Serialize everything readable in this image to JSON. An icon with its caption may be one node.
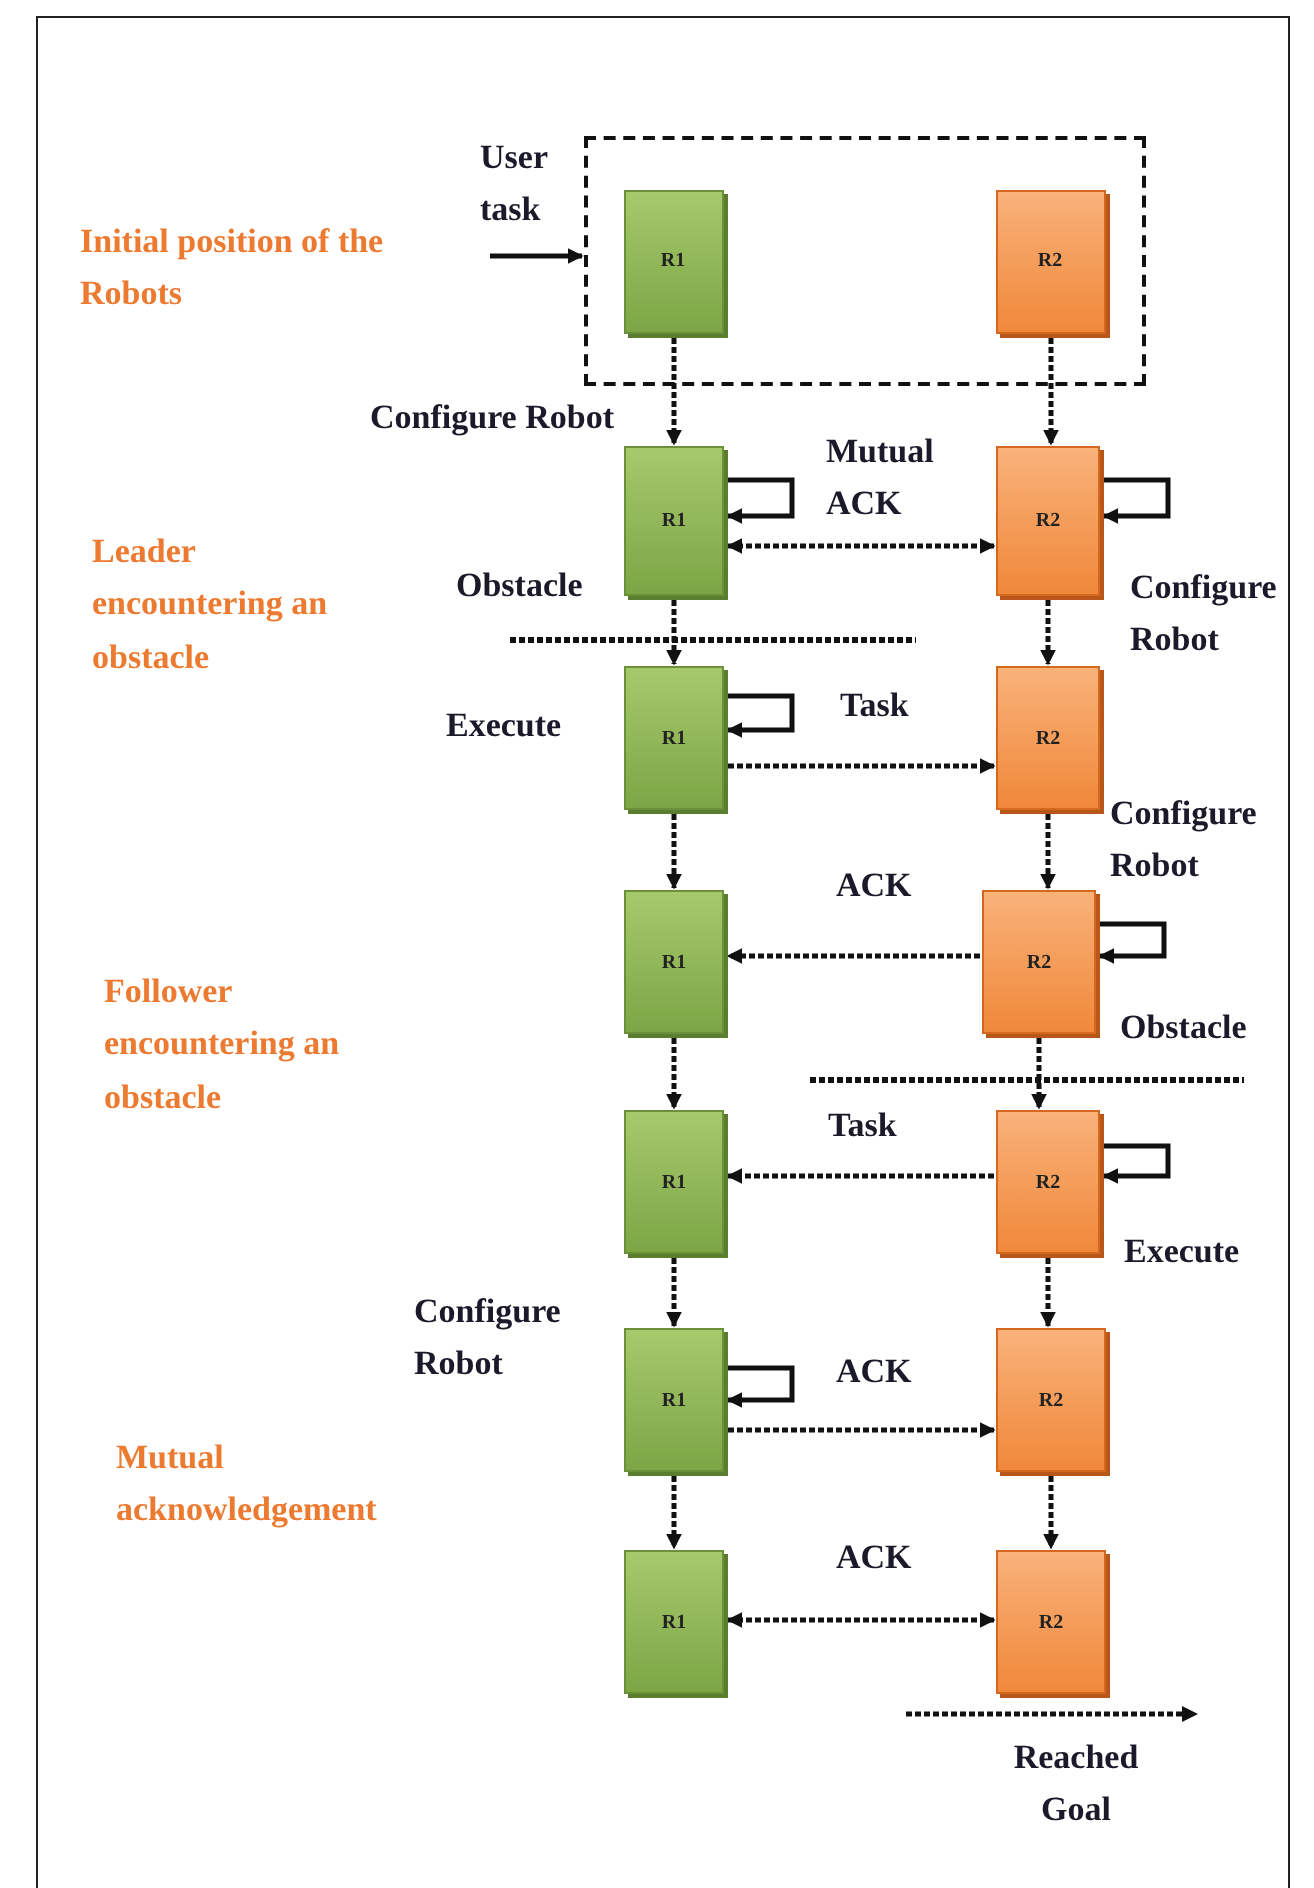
{
  "diagram": {
    "nodes": [
      {
        "text": [],
        "shape": "box"
      },
      {
        "text": [
          "R1"
        ],
        "in": 0
      },
      {
        "text": [
          "R2"
        ],
        "in": 0
      },
      {
        "text": [
          "R1"
        ]
      },
      {
        "text": [
          "R2"
        ]
      },
      {
        "text": [
          "R1"
        ]
      },
      {
        "text": [
          "R2"
        ]
      },
      {
        "text": [
          "R1"
        ]
      },
      {
        "text": [
          "R2"
        ]
      },
      {
        "text": [
          "R1"
        ]
      },
      {
        "text": [
          "R2"
        ]
      },
      {
        "text": [
          "R1"
        ]
      },
      {
        "text": [
          "R2"
        ]
      },
      {
        "text": [
          "R1"
        ]
      },
      {
        "text": [
          "R2"
        ]
      }
    ],
    "edges": [
      {
        "from": null,
        "to": 0,
        "arrow": "to",
        "label": "User task"
      },
      {
        "from": 1,
        "to": 3,
        "arrow": "to",
        "style": "dashed"
      },
      {
        "from": 3,
        "to": 5,
        "arrow": "to",
        "style": "dashed"
      },
      {
        "from": 5,
        "to": 7,
        "arrow": "to",
        "style": "dashed"
      },
      {
        "from": 7,
        "to": 9,
        "arrow": "to",
        "style": "dashed"
      },
      {
        "from": 9,
        "to": 11,
        "arrow": "to",
        "style": "dashed"
      },
      {
        "from": 11,
        "to": 13,
        "arrow": "to",
        "style": "dashed"
      },
      {
        "from": 2,
        "to": 4,
        "arrow": "to",
        "style": "dashed"
      },
      {
        "from": 4,
        "to": 6,
        "arrow": "to",
        "style": "dashed"
      },
      {
        "from": 6,
        "to": 8,
        "arrow": "to",
        "style": "dashed"
      },
      {
        "from": 8,
        "to": 10,
        "arrow": "to",
        "style": "dashed"
      },
      {
        "from": 10,
        "to": 12,
        "arrow": "to",
        "style": "dashed"
      },
      {
        "from": 12,
        "to": 14,
        "arrow": "to",
        "style": "dashed"
      },
      {
        "from": 3,
        "to": 4,
        "arrow": "both",
        "label": "Mutual ACK",
        "style": "dashed"
      },
      {
        "from": 5,
        "to": 6,
        "arrow": "to",
        "label": "Task",
        "style": "dashed"
      },
      {
        "from": 8,
        "to": 7,
        "arrow": "to",
        "label": "ACK",
        "style": "dashed"
      },
      {
        "from": 10,
        "to": 9,
        "arrow": "to",
        "label": "Task",
        "style": "dashed"
      },
      {
        "from": 11,
        "to": 12,
        "arrow": "to",
        "label": "ACK",
        "style": "dashed"
      },
      {
        "from": 13,
        "to": 14,
        "arrow": "both",
        "label": "ACK",
        "style": "dashed"
      },
      {
        "from": 3,
        "to": 3,
        "arrow": "to"
      },
      {
        "from": 4,
        "to": 4,
        "arrow": "to"
      },
      {
        "from": 5,
        "to": 5,
        "arrow": "to"
      },
      {
        "from": 8,
        "to": 8,
        "arrow": "to"
      },
      {
        "from": 10,
        "to": 10,
        "arrow": "to"
      },
      {
        "from": 11,
        "to": 11,
        "arrow": "to"
      }
    ],
    "labels": [
      "Initial position of the Robots",
      "Configure Robot",
      "Leader encountering an obstacle",
      "Obstacle",
      "Configure Robot",
      "Execute",
      "Configure Robot",
      "Follower encountering an obstacle",
      "Obstacle",
      "Execute",
      "Configure Robot",
      "Mutual acknowledgement",
      "Reached Goal"
    ]
  }
}
